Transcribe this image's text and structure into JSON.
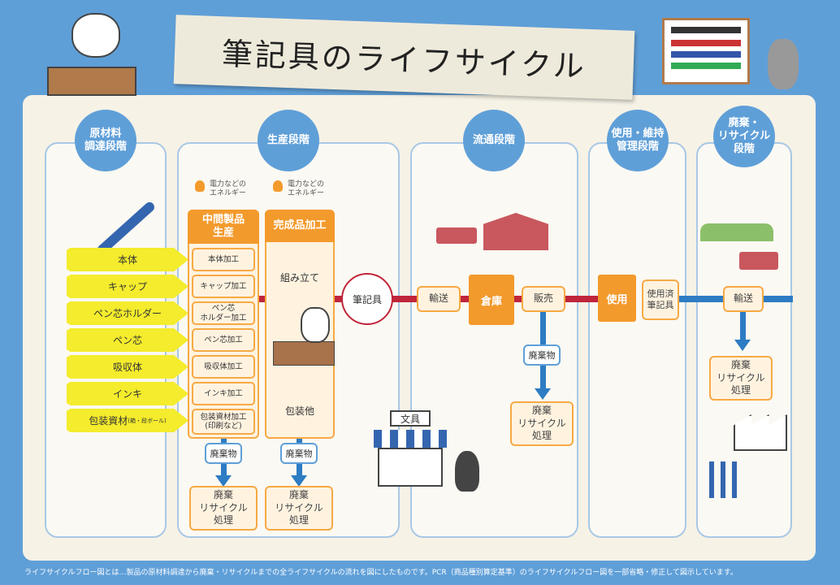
{
  "title": "筆記具のライフサイクル",
  "stages": [
    "原材料\n調達段階",
    "生産段階",
    "流通段階",
    "使用・維持\n管理段階",
    "廃棄・\nリサイクル\n段階"
  ],
  "materials": [
    "本体",
    "キャップ",
    "ペン芯ホルダー",
    "ペン芯",
    "吸収体",
    "インキ",
    "包装資材"
  ],
  "materials_note": "(箱・段ボール)",
  "energy": "電力などの\nエネルギー",
  "intermediate": {
    "header": "中間製品\n生産",
    "items": [
      "本体加工",
      "キャップ加工",
      "ペン芯\nホルダー加工",
      "ペン芯加工",
      "吸収体加工",
      "インキ加工",
      "包装資材加工\n(印刷など)"
    ]
  },
  "finished": {
    "header": "完成品加工",
    "step1": "組み立て",
    "step2": "包装他"
  },
  "waste": "廃棄物",
  "disposal": "廃棄\nリサイクル\n処理",
  "product": "筆記具",
  "transport": "輸送",
  "warehouse": "倉庫",
  "sales": "販売",
  "use": "使用",
  "used": "使用済\n筆記具",
  "shop_sign": "文具",
  "footnote": "ライフサイクルフロー図とは…製品の原材料調達から廃棄・リサイクルまでの全ライフサイクルの流れを図にしたものです。PCR（商品種別算定基準）のライフサイクルフロー図を一部省略・修正して図示しています。"
}
